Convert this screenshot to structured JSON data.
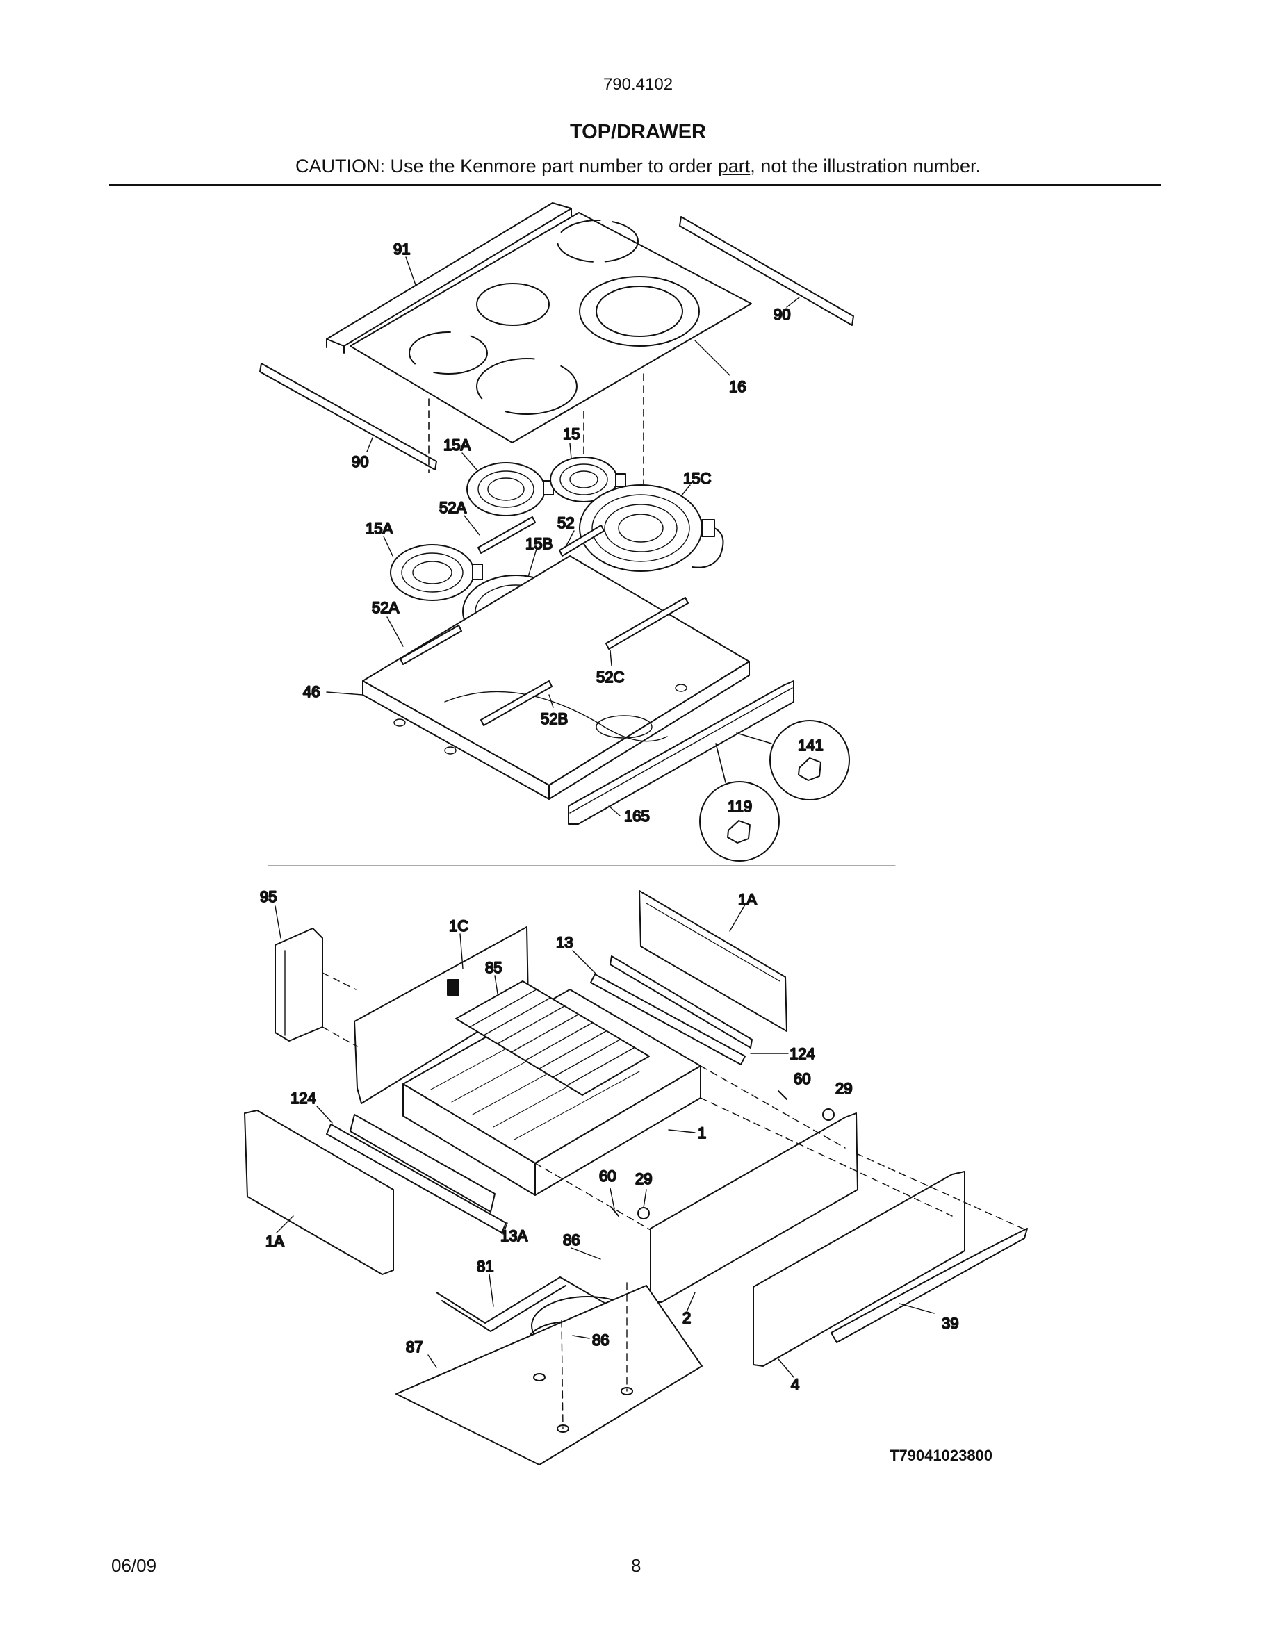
{
  "header": {
    "model": "790.4102",
    "title": "TOP/DRAWER",
    "caution_before": "CAUTION: Use the Kenmore part number to order ",
    "caution_underlined": "part",
    "caution_after": ", not the illustration number."
  },
  "callouts": {
    "top": [
      "91",
      "90",
      "16",
      "90",
      "15A",
      "15",
      "15C",
      "52A",
      "52",
      "15A",
      "15B",
      "52A",
      "46",
      "52C",
      "52B",
      "141",
      "119",
      "165"
    ],
    "bottom": [
      "95",
      "1C",
      "1A",
      "13",
      "85",
      "124",
      "60",
      "29",
      "124",
      "1",
      "60",
      "29",
      "1A",
      "13A",
      "86",
      "81",
      "2",
      "86",
      "39",
      "87",
      "4"
    ]
  },
  "drawing_id": "T79041023800",
  "footer": {
    "date": "06/09",
    "page": "8"
  }
}
